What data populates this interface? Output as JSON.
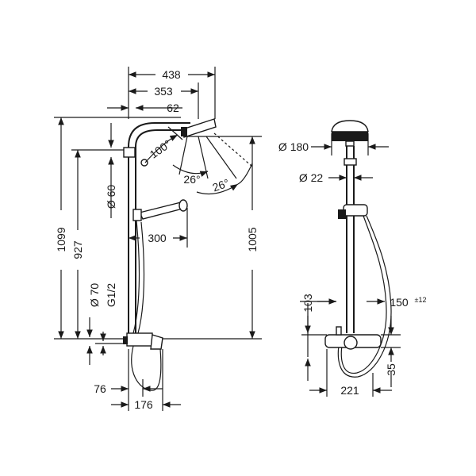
{
  "side_view": {
    "dims": {
      "d438": "438",
      "d353": "353",
      "d62": "62",
      "d1099": "1099",
      "d927": "927",
      "d1005": "1005",
      "d300": "300",
      "d76": "76",
      "d176": "176",
      "d60": "Ø 60",
      "d70": "Ø 70",
      "g12": "G1/2",
      "a100": "100°",
      "a26a": "26°",
      "a26b": "26°"
    }
  },
  "front_view": {
    "dims": {
      "d180": "Ø 180",
      "d22": "Ø 22",
      "d103": "103",
      "d150": "150",
      "tol": "±12",
      "d35": "35",
      "d221": "221"
    }
  }
}
